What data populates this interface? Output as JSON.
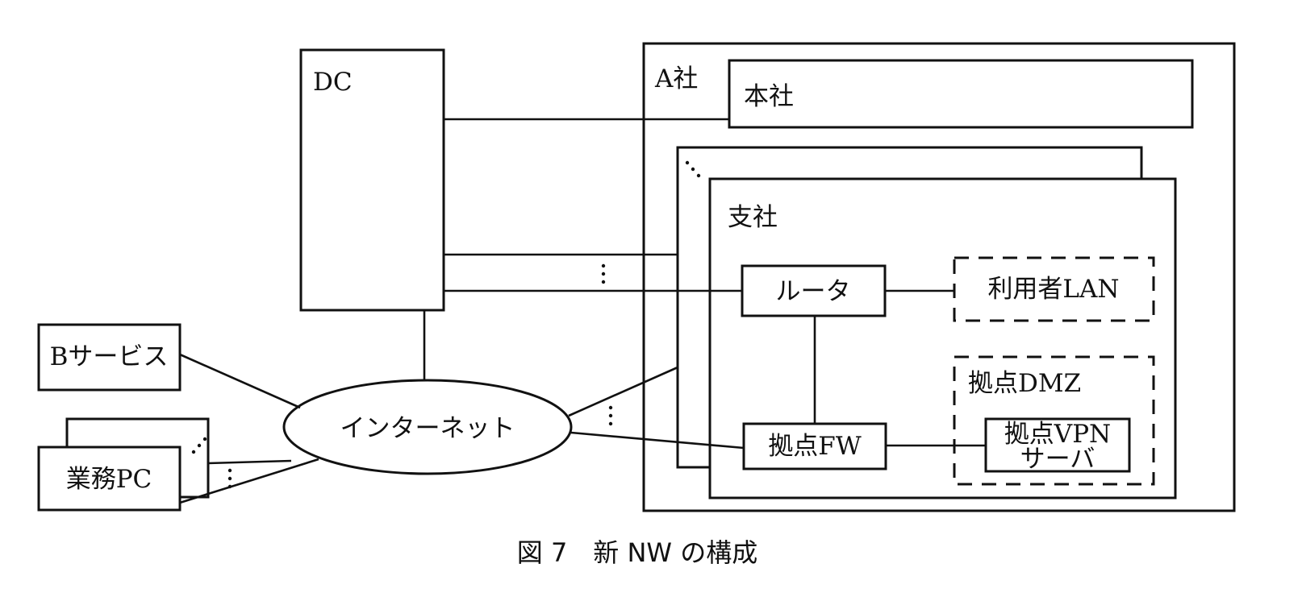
{
  "figure": {
    "caption": "図 7　新 NW の構成"
  },
  "nodes": {
    "dc": "DC",
    "company_a": "A社",
    "headquarters": "本社",
    "branch": "支社",
    "router": "ルータ",
    "user_lan": "利用者LAN",
    "branch_dmz": "拠点DMZ",
    "branch_vpn_server_line1": "拠点VPN",
    "branch_vpn_server_line2": "サーバ",
    "branch_fw": "拠点FW",
    "b_service": "Bサービス",
    "business_pc": "業務PC",
    "internet": "インターネット"
  },
  "connections": [
    [
      "DC",
      "本社"
    ],
    [
      "DC",
      "支社 (other)"
    ],
    [
      "DC",
      "ルータ"
    ],
    [
      "DC",
      "インターネット"
    ],
    [
      "ルータ",
      "利用者LAN"
    ],
    [
      "ルータ",
      "拠点FW"
    ],
    [
      "拠点FW",
      "拠点VPNサーバ"
    ],
    [
      "インターネット",
      "拠点FW"
    ],
    [
      "インターネット",
      "支社 (other)"
    ],
    [
      "インターネット",
      "Bサービス"
    ],
    [
      "インターネット",
      "業務PC"
    ],
    [
      "インターネット",
      "業務PC (other)"
    ]
  ]
}
